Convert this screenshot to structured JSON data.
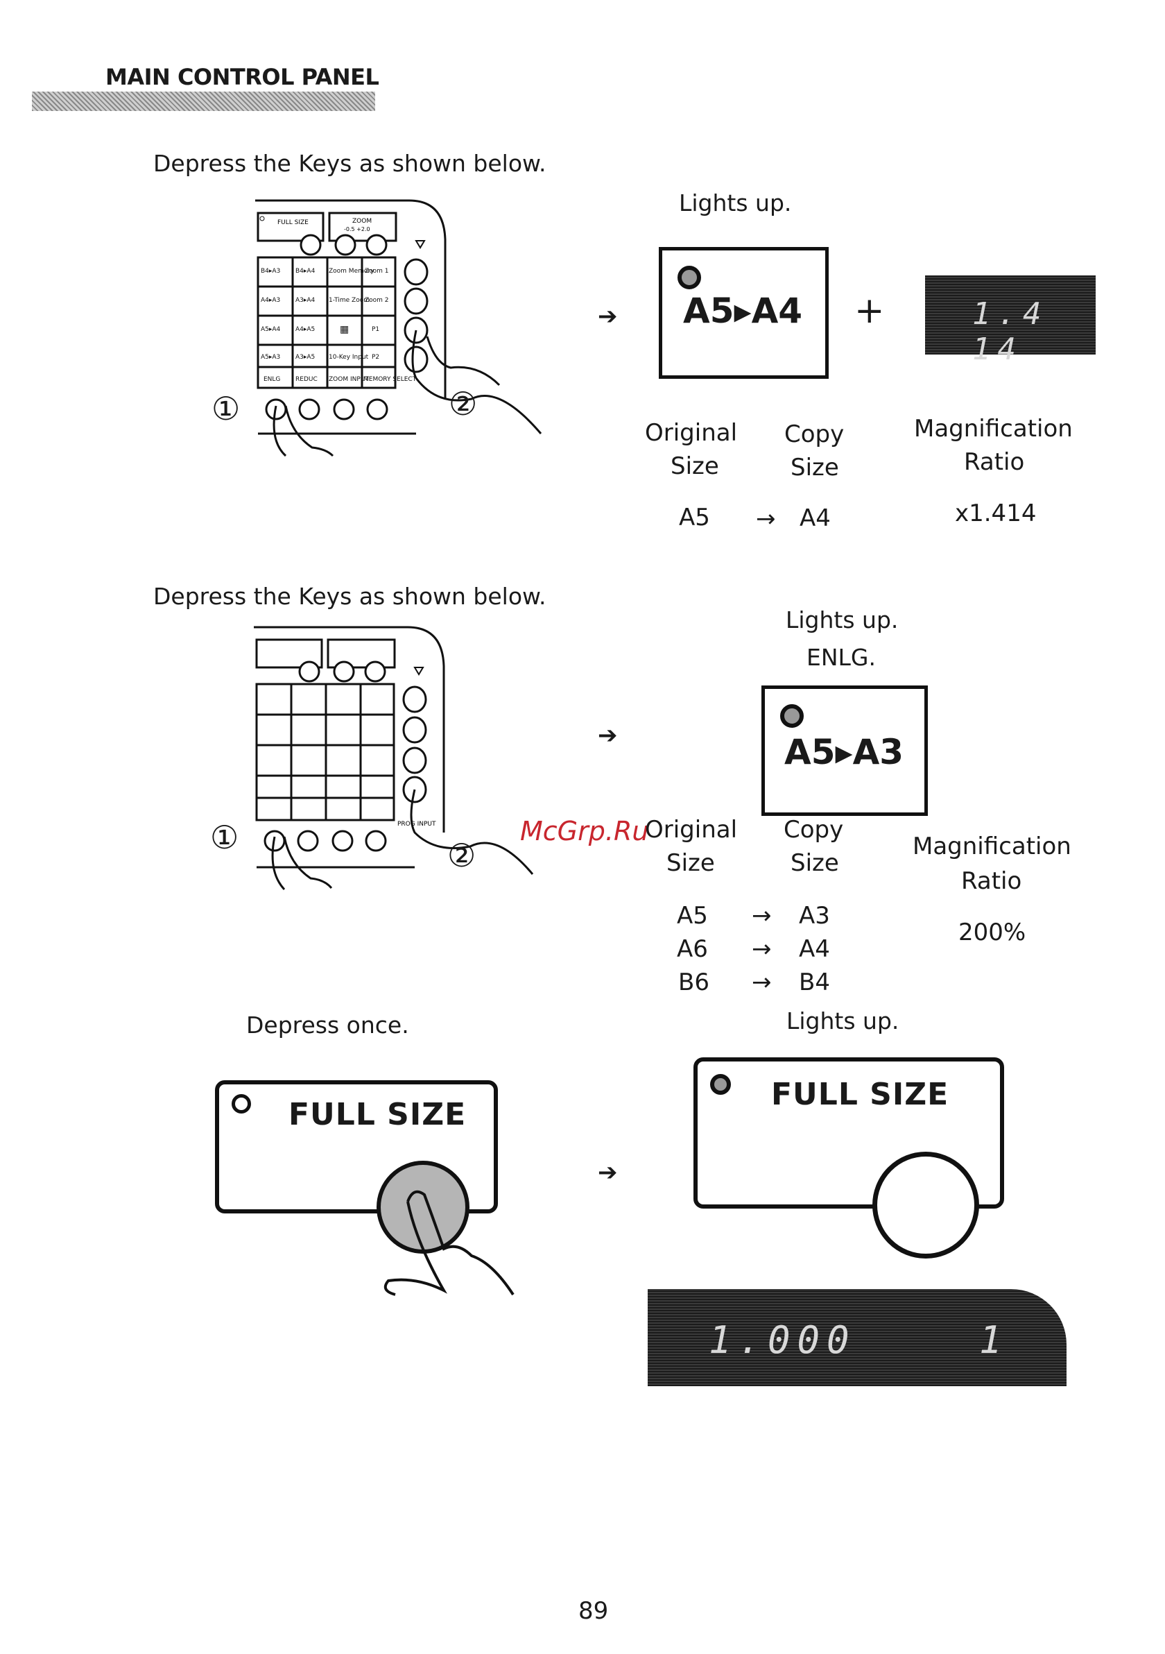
{
  "header": {
    "title": "MAIN CONTROL PANEL"
  },
  "section1": {
    "instruction": "Depress the Keys as shown below.",
    "lights_up": "Lights  up.",
    "display_box": "A5▸A4",
    "plus": "+",
    "led_value": "1.4 14",
    "col_original": [
      "Original",
      "Size"
    ],
    "col_copy": [
      "Copy",
      "Size"
    ],
    "col_ratio": [
      "Magnification",
      "Ratio"
    ],
    "row": {
      "from": "A5",
      "to": "A4",
      "ratio": "x1.414"
    },
    "markers": [
      "①",
      "②"
    ]
  },
  "section2": {
    "instruction": "Depress the Keys as shown below.",
    "lights_up": "Lights up.",
    "enlg": "ENLG.",
    "display_box": "A5▸A3",
    "col_original": [
      "Original",
      "Size"
    ],
    "col_copy": [
      "Copy",
      "Size"
    ],
    "col_ratio": [
      "Magnification",
      "Ratio"
    ],
    "rows": [
      {
        "from": "A5",
        "to": "A3"
      },
      {
        "from": "A6",
        "to": "A4"
      },
      {
        "from": "B6",
        "to": "B4"
      }
    ],
    "ratio": "200%",
    "markers": [
      "①",
      "②"
    ]
  },
  "section3": {
    "instruction": "Depress once.",
    "lights_up": "Lights up.",
    "button_label": "FULL SIZE",
    "led_value": "1.000",
    "led_count": "1"
  },
  "panel": {
    "full_size": "FULL SIZE",
    "zoom": "ZOOM",
    "zoom_range": "-0.5  +2.0",
    "keys": [
      [
        "B4▸A3",
        "B4▸A4",
        "Zoom Memory",
        "Zoom 1"
      ],
      [
        "A4▸A3",
        "A3▸A4",
        "1-Time Zoom",
        "Zoom 2"
      ],
      [
        "A5▸A4",
        "A4▸A5",
        "▦",
        "P1"
      ],
      [
        "A5▸A3",
        "A3▸A5",
        "10-Key Input",
        "P2"
      ],
      [
        "ENLG",
        "REDUC",
        "ZOOM INPUT",
        "MEMORY SELECT"
      ]
    ],
    "prog_input": "PROG INPUT"
  },
  "watermark": "McGrp.Ru",
  "page_number": "89"
}
